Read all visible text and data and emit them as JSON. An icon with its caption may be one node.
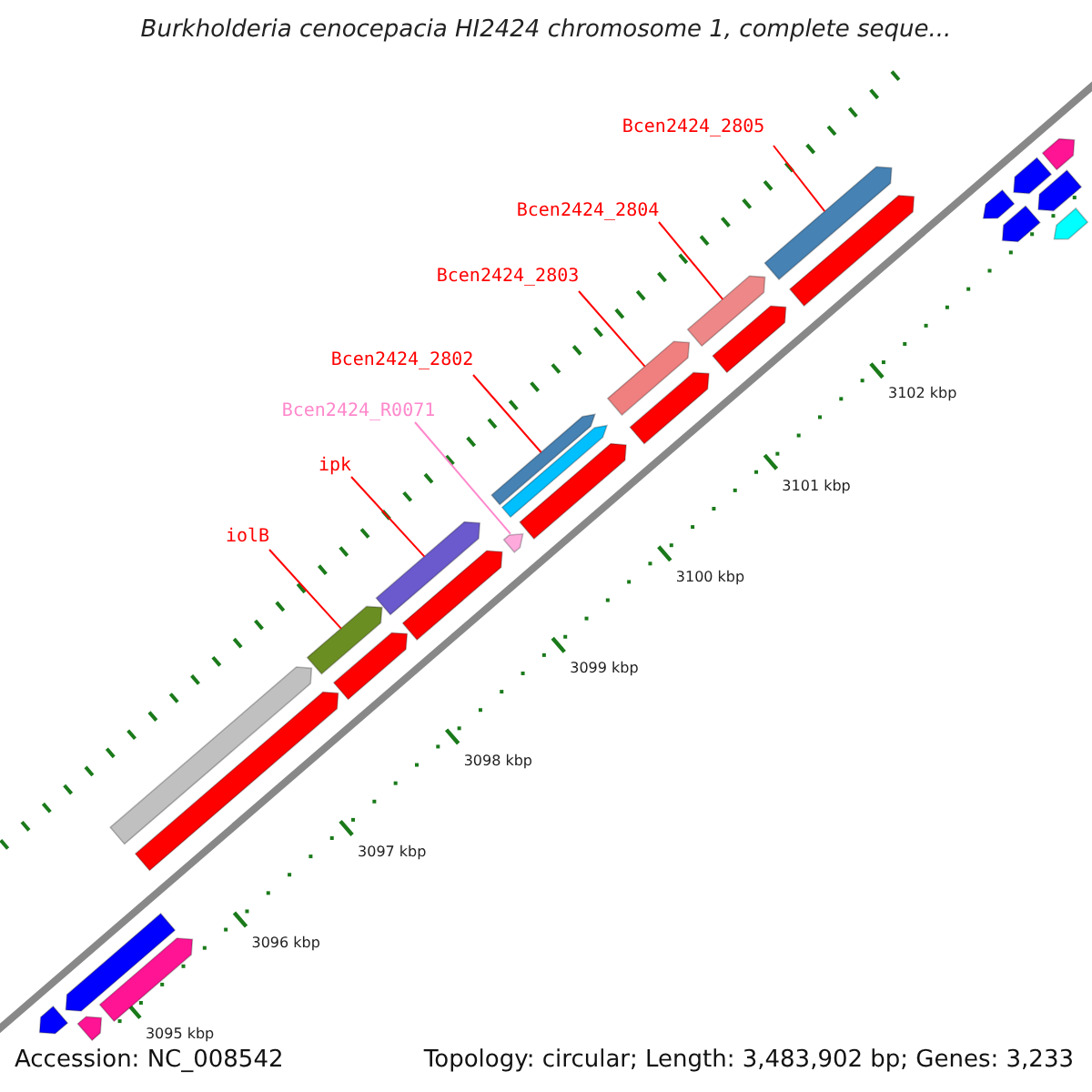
{
  "diagram": {
    "title": "Burkholderia cenocepacia HI2424 chromosome 1, complete seque...",
    "nodes": [
      {
        "text": [
          "Bcen2424_2805"
        ]
      },
      {
        "text": [
          "Bcen2424_2804"
        ]
      },
      {
        "text": [
          "Bcen2424_2803"
        ]
      },
      {
        "text": [
          "Bcen2424_2802"
        ]
      },
      {
        "text": [
          "Bcen2424_R0071"
        ]
      },
      {
        "text": [
          "ipk"
        ]
      },
      {
        "text": [
          "iolB"
        ]
      },
      {
        "text": [],
        "shape": "bar"
      },
      {
        "text": [],
        "shape": "bar"
      },
      {
        "text": [],
        "shape": "bar"
      },
      {
        "text": [],
        "shape": "bar"
      },
      {
        "text": [],
        "shape": "bar"
      },
      {
        "text": [],
        "shape": "bar"
      },
      {
        "text": [],
        "shape": "bar"
      },
      {
        "text": [],
        "shape": "bar"
      },
      {
        "text": [],
        "shape": "bar"
      },
      {
        "text": [],
        "shape": "bar"
      },
      {
        "text": [],
        "shape": "bar"
      },
      {
        "text": [],
        "shape": "bar"
      },
      {
        "text": [],
        "shape": "bar"
      },
      {
        "text": [],
        "shape": "bar"
      },
      {
        "text": [],
        "shape": "bar"
      },
      {
        "text": [],
        "shape": "bar"
      },
      {
        "text": [],
        "shape": "bar"
      },
      {
        "text": [],
        "shape": "bar"
      },
      {
        "text": [],
        "shape": "bar"
      },
      {
        "text": [],
        "shape": "bar"
      },
      {
        "text": [],
        "shape": "bar"
      },
      {
        "text": [],
        "shape": "bar"
      },
      {
        "text": [],
        "shape": "bar"
      },
      {
        "text": [],
        "shape": "bar"
      },
      {
        "text": [],
        "shape": "bar"
      },
      {
        "text": [],
        "shape": "bar"
      }
    ],
    "edges": [
      {
        "from": 0,
        "to": 25,
        "arrow": "none"
      },
      {
        "from": 1,
        "to": 23,
        "arrow": "none"
      },
      {
        "from": 2,
        "to": 21,
        "arrow": "none"
      },
      {
        "from": 3,
        "to": 18,
        "arrow": "none"
      },
      {
        "from": 4,
        "to": 17,
        "arrow": "none",
        "color": "#ff88cc"
      },
      {
        "from": 5,
        "to": 15,
        "arrow": "none"
      },
      {
        "from": 6,
        "to": 13,
        "arrow": "none"
      }
    ],
    "labels": [
      "3095 kbp",
      "3096 kbp",
      "3097 kbp",
      "3098 kbp",
      "3099 kbp",
      "3100 kbp",
      "3101 kbp",
      "3102 kbp",
      "Accession: NC_008542",
      "Topology: circular; Length: 3,483,902 bp; Genes: 3,233"
    ]
  }
}
